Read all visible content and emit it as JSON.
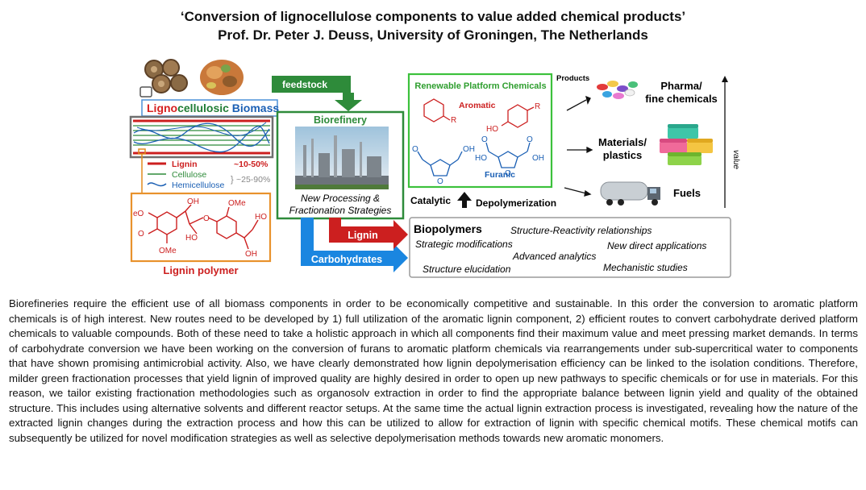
{
  "header": {
    "title_line1": "‘Conversion of lignocellulose components to value added chemical products’",
    "title_line2": "Prof. Dr. Peter J. Deuss, University of Groningen, The Netherlands"
  },
  "figure": {
    "biomass_label_part1": "Ligno",
    "biomass_label_part2": "cellulosic",
    "biomass_label_part3": " Biomass",
    "legend_lignin": "Lignin",
    "legend_lignin_pct": "~10-50%",
    "legend_cellulose": "Cellulose",
    "legend_hemicellulose": "Hemicellulose",
    "legend_carb_pct": "~25-90%",
    "lignin_polymer_label": "Lignin polymer",
    "feedstock_label": "feedstock",
    "biorefinery_title": "Biorefinery",
    "biorefinery_caption_line1": "New Processing &",
    "biorefinery_caption_line2": "Fractionation Strategies",
    "platform_title": "Renewable Platform Chemicals",
    "aromatic_label": "Aromatic",
    "furanic_label": "Furanic",
    "catalytic_label": "Catalytic",
    "depolymerization_label": "Depolymerization",
    "products_label": "Products",
    "pharma_line1": "Pharma/",
    "pharma_line2": "fine chemicals",
    "materials_line1": "Materials/",
    "materials_line2": "plastics",
    "fuels_label": "Fuels",
    "value_axis_label": "value",
    "lignin_arrow_label": "Lignin",
    "carbohydrates_arrow_label": "Carbohydrates",
    "biopolymers_title": "Biopolymers",
    "bp_structure_reactivity": "Structure-Reactivity relationships",
    "bp_strategic": "Strategic modifications",
    "bp_new_direct": "New direct applications",
    "bp_advanced": "Advanced analytics",
    "bp_structure_elucidation": "Structure elucidation",
    "bp_mechanistic": "Mechanistic studies",
    "chem_R": "R",
    "chem_HO": "HO",
    "chem_OH": "OH",
    "chem_OMe": "OMe",
    "chem_O": "O",
    "chem_eO": "eO"
  },
  "body_text": "Biorefineries require the efficient use of all biomass components in order to be economically competitive and sustainable. In this order the conversion to aromatic platform chemicals is of high interest. New routes need to be developed by 1) full utilization of the aromatic lignin component, 2) efficient routes to convert carbohydrate derived platform chemicals to valuable compounds. Both of these need to take a holistic approach in which all components find their maximum value and meet pressing market demands. In terms of carbohydrate conversion we have been working on the conversion of furans to aromatic platform chemicals via rearrangements under sub-supercritical water to components that have shown promising antimicrobial activity. Also, we have clearly demonstrated how lignin depolymerisation efficiency can be linked to the isolation conditions. Therefore, milder green fractionation processes that yield lignin of improved quality are highly desired in order to open up new pathways to specific chemicals or for use in materials. For this reason, we tailor existing fractionation methodologies such as organosolv extraction in order to find the appropriate balance between lignin yield and quality of the obtained structure. This includes using alternative solvents and different reactor setups. At the same time the actual lignin extraction process is investigated, revealing how the nature of the extracted lignin changes during the extraction process and how this can be utilized to allow for extraction of lignin with specific chemical motifs. These chemical motifs can subsequently be utilized for novel modification strategies as well as selective depolymerisation methods towards new aromatic monomers."
}
